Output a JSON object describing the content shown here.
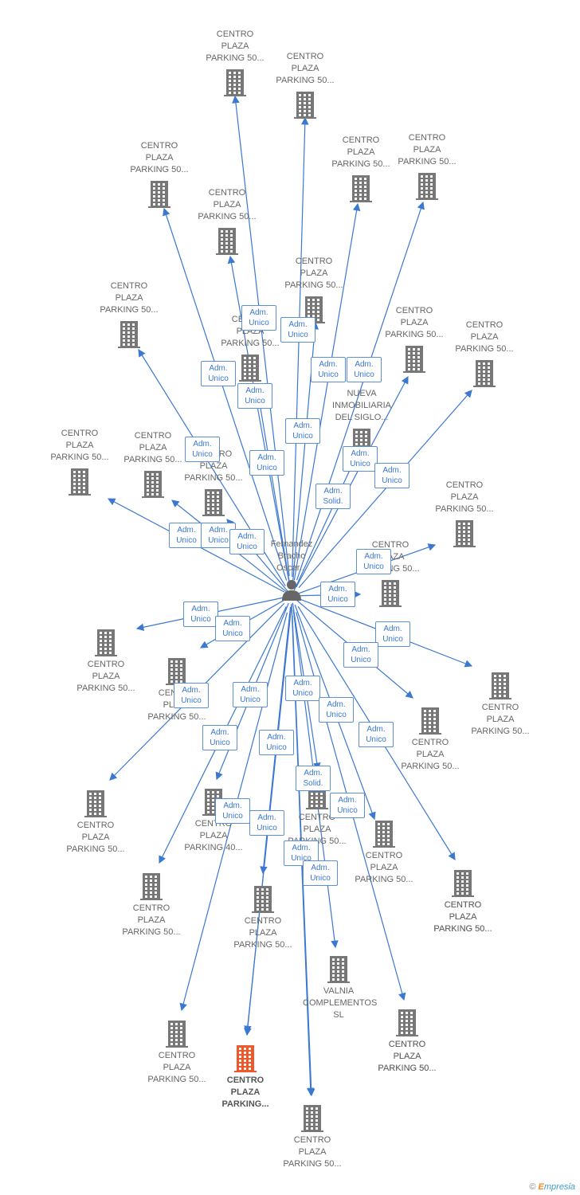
{
  "colors": {
    "edge": "#3b78d1",
    "building": "#777777",
    "highlight": "#f0572a",
    "tag_border": "#5b8fd6",
    "tag_text": "#3b78d1"
  },
  "person": {
    "label": "Fernandez\nBracho\nOscar...",
    "icon": "person-icon"
  },
  "companies": [
    {
      "id": "c01",
      "label": "CENTRO\nPLAZA\nPARKING 50...",
      "icon": "building-icon"
    },
    {
      "id": "c02",
      "label": "CENTRO\nPLAZA\nPARKING 50...",
      "icon": "building-icon"
    },
    {
      "id": "c03",
      "label": "CENTRO\nPLAZA\nPARKING 50...",
      "icon": "building-icon"
    },
    {
      "id": "c04",
      "label": "CENTRO\nPLAZA\nPARKING 50...",
      "icon": "building-icon"
    },
    {
      "id": "c05",
      "label": "CENTRO\nPLAZA\nPARKING 50...",
      "icon": "building-icon"
    },
    {
      "id": "c06",
      "label": "CENTRO\nPLAZA\nPARKING 50...",
      "icon": "building-icon"
    },
    {
      "id": "c07",
      "label": "CENTRO\nPLAZA\nPARKING 50...",
      "icon": "building-icon"
    },
    {
      "id": "c08",
      "label": "CENTRO\nPLAZA\nPARKING 50...",
      "icon": "building-icon"
    },
    {
      "id": "c09",
      "label": "CENTRO\nPLAZA\nPARKING 50...",
      "icon": "building-icon"
    },
    {
      "id": "c10",
      "label": "CENTRO\nPLAZA\nPARKING 50...",
      "icon": "building-icon"
    },
    {
      "id": "c11",
      "label": "CENTRO\nPLAZA\nPARKING 50...",
      "icon": "building-icon"
    },
    {
      "id": "c12",
      "label": "CENTRO\nPLAZA\nPARKING 50...",
      "icon": "building-icon"
    },
    {
      "id": "c13",
      "label": "NUEVA\nINMOBILIARIA\nDEL SIGLO...",
      "icon": "building-icon"
    },
    {
      "id": "c14",
      "label": "CENTRO\nPLAZA\nPARKING 50...",
      "icon": "building-icon"
    },
    {
      "id": "c15",
      "label": "CENTRO\nPLAZA\nPARKING 50...",
      "icon": "building-icon"
    },
    {
      "id": "c16",
      "label": "CENTRO\nPLAZA\nPARKING 50...",
      "icon": "building-icon"
    },
    {
      "id": "c17",
      "label": "CENTRO\nPLAZA\nPARKING 50...",
      "icon": "building-icon"
    },
    {
      "id": "c18",
      "label": "CENTRO\nPLAZA\nPARKING 50...",
      "icon": "building-icon"
    },
    {
      "id": "c19",
      "label": "CENTRO\nPLAZA\nPARKING 50...",
      "icon": "building-icon"
    },
    {
      "id": "c20",
      "label": "CENTRO\nPLAZA\nPARKING 50...",
      "icon": "building-icon"
    },
    {
      "id": "c21",
      "label": "CENTRO\nPLAZA\nPARKING 50...",
      "icon": "building-icon"
    },
    {
      "id": "c22",
      "label": "CENTRO\nPLAZA\nPARKING 50...",
      "icon": "building-icon"
    },
    {
      "id": "c23",
      "label": "CENTRO\nPLAZA\nPARKING 40...",
      "icon": "building-icon"
    },
    {
      "id": "c24",
      "label": "CENTRO\nPLAZA\nPARKING 50...",
      "icon": "building-icon"
    },
    {
      "id": "c25",
      "label": "CENTRO\nPLAZA\nPARKING 50...",
      "icon": "building-icon"
    },
    {
      "id": "c26",
      "label": "CENTRO\nPLAZA\nPARKING 50...",
      "icon": "building-icon"
    },
    {
      "id": "c27",
      "label": "CENTRO\nPLAZA\nPARKING 50...",
      "icon": "building-icon"
    },
    {
      "id": "c28",
      "label": "CENTRO\nPLAZA\nPARKING 50...",
      "icon": "building-icon"
    },
    {
      "id": "c29",
      "label": "CENTRO\nPLAZA\nPARKING 50...",
      "icon": "building-icon"
    },
    {
      "id": "c30",
      "label": "CENTRO\nPLAZA\nPARKING 50...",
      "icon": "building-icon"
    },
    {
      "id": "c31",
      "label": "VALNIA\nCOMPLEMENTOS SL",
      "icon": "building-icon"
    },
    {
      "id": "c32",
      "label": "CENTRO\nPLAZA\nPARKING 50...",
      "icon": "building-icon"
    },
    {
      "id": "c33",
      "label": "CENTRO\nPLAZA\nPARKING 50...",
      "icon": "building-icon"
    },
    {
      "id": "c34",
      "label": "CENTRO\nPLAZA\nPARKING...",
      "icon": "building-icon",
      "highlight": true
    },
    {
      "id": "c35",
      "label": "CENTRO\nPLAZA\nPARKING 50...",
      "icon": "building-icon"
    }
  ],
  "tags": [
    {
      "id": "t01",
      "text": "Adm.\nUnico"
    },
    {
      "id": "t02",
      "text": "Adm.\nUnico"
    },
    {
      "id": "t03",
      "text": "Adm.\nUnico"
    },
    {
      "id": "t04",
      "text": "Adm.\nUnico"
    },
    {
      "id": "t05",
      "text": "Adm.\nUnico"
    },
    {
      "id": "t06",
      "text": "Adm.\nUnico"
    },
    {
      "id": "t07",
      "text": "Adm.\nUnico"
    },
    {
      "id": "t08",
      "text": "Adm.\nUnico"
    },
    {
      "id": "t09",
      "text": "Adm.\nUnico"
    },
    {
      "id": "t10",
      "text": "Adm.\nUnico"
    },
    {
      "id": "t11",
      "text": "Adm.\nUnico"
    },
    {
      "id": "t12",
      "text": "Adm.\nSolid."
    },
    {
      "id": "t13",
      "text": "Adm.\nUnico"
    },
    {
      "id": "t14",
      "text": "Adm.\nUnico"
    },
    {
      "id": "t15",
      "text": "Adm.\nUnico"
    },
    {
      "id": "t16",
      "text": "Adm.\nUnico"
    },
    {
      "id": "t17",
      "text": "Adm.\nUnico"
    },
    {
      "id": "t18",
      "text": "Adm.\nUnico"
    },
    {
      "id": "t19",
      "text": "Adm.\nUnico"
    },
    {
      "id": "t20",
      "text": "Adm.\nUnico"
    },
    {
      "id": "t21",
      "text": "Adm.\nUnico"
    },
    {
      "id": "t22",
      "text": "Adm.\nUnico"
    },
    {
      "id": "t23",
      "text": "Adm.\nUnico"
    },
    {
      "id": "t24",
      "text": "Adm.\nUnico"
    },
    {
      "id": "t25",
      "text": "Adm.\nUnico"
    },
    {
      "id": "t26",
      "text": "Adm.\nUnico"
    },
    {
      "id": "t27",
      "text": "Adm.\nUnico"
    },
    {
      "id": "t28",
      "text": "Adm.\nUnico"
    },
    {
      "id": "t29",
      "text": "Adm.\nSolid."
    },
    {
      "id": "t30",
      "text": "Adm.\nUnico"
    },
    {
      "id": "t31",
      "text": "Adm.\nUnico"
    },
    {
      "id": "t32",
      "text": "Adm.\nUnico"
    },
    {
      "id": "t33",
      "text": "Adm.\nUnico"
    },
    {
      "id": "t34",
      "text": "Adm.\nUnico"
    }
  ],
  "watermark": {
    "symbol": "©",
    "brand_initial": "E",
    "brand_rest": "mpresia"
  }
}
